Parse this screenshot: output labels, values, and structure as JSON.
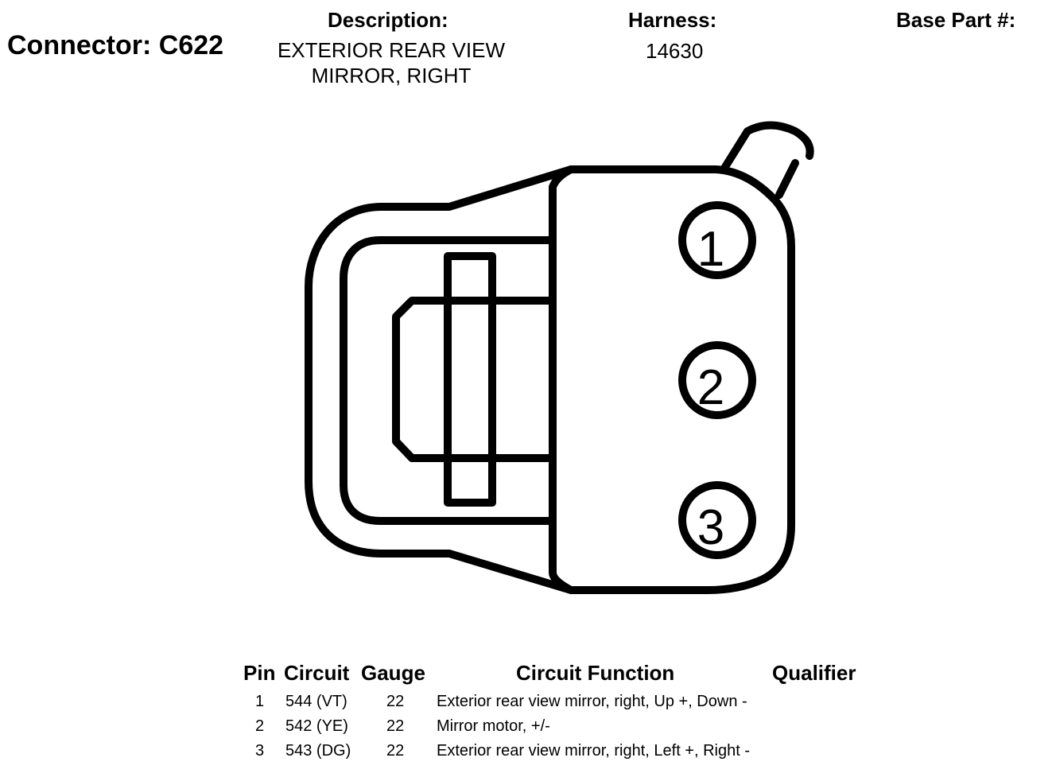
{
  "header": {
    "connector_label": "Connector: C622",
    "description_label": "Description:",
    "description": "EXTERIOR REAR VIEW MIRROR, RIGHT",
    "harness_label": "Harness:",
    "harness": "14630",
    "base_part_label": "Base Part #:",
    "base_part": ""
  },
  "connector": {
    "pins": [
      "1",
      "2",
      "3"
    ]
  },
  "pin_table": {
    "columns": {
      "pin": "Pin",
      "circuit": "Circuit",
      "gauge": "Gauge",
      "function": "Circuit Function",
      "qualifier": "Qualifier"
    },
    "rows": [
      {
        "pin": "1",
        "circuit": "544 (VT)",
        "gauge": "22",
        "function": "Exterior rear view mirror, right, Up +, Down -",
        "qualifier": ""
      },
      {
        "pin": "2",
        "circuit": "542 (YE)",
        "gauge": "22",
        "function": "Mirror motor, +/-",
        "qualifier": ""
      },
      {
        "pin": "3",
        "circuit": "543 (DG)",
        "gauge": "22",
        "function": "Exterior rear view mirror, right, Left +, Right -",
        "qualifier": ""
      }
    ]
  }
}
